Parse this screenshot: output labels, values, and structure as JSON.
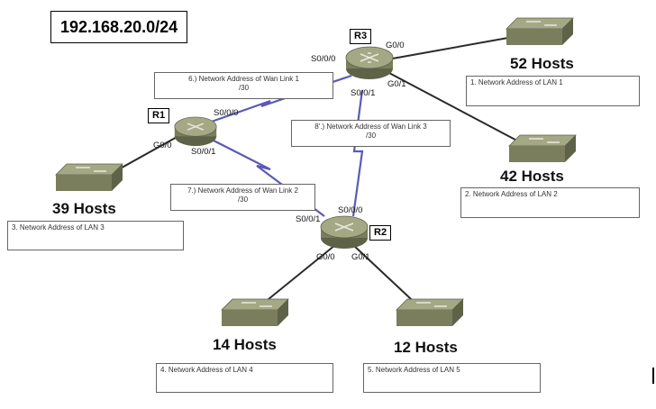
{
  "network_address": "192.168.20.0/24",
  "routers": {
    "r1": {
      "label": "R1",
      "ports": {
        "s000": "S0/0/0",
        "g00": "G0/0",
        "s001": "S0/0/1"
      }
    },
    "r2": {
      "label": "R2",
      "ports": {
        "s000": "S0/0/0",
        "s001": "S0/0/1",
        "g00": "G0/0",
        "g01": "G0/1"
      }
    },
    "r3": {
      "label": "R3",
      "ports": {
        "s000": "S0/0/0",
        "g00": "G0/0",
        "g01": "G0/1",
        "s001": "S0/0/1"
      }
    }
  },
  "lans": [
    {
      "hosts": "52 Hosts",
      "address_label": "1. Network Address of LAN 1"
    },
    {
      "hosts": "42 Hosts",
      "address_label": "2. Network Address of LAN 2"
    },
    {
      "hosts": "39 Hosts",
      "address_label": "3. Network Address of LAN 3"
    },
    {
      "hosts": "14 Hosts",
      "address_label": "4. Network Address of LAN 4"
    },
    {
      "hosts": "12 Hosts",
      "address_label": "5. Network Address of LAN 5"
    }
  ],
  "wan_links": [
    {
      "line1": "6.) Network Address of Wan Link 1",
      "line2": "/30"
    },
    {
      "line1": "7.) Network Address of Wan Link 2",
      "line2": "/30"
    },
    {
      "line1": "8'.) Network Address of Wan Link 3",
      "line2": "/30"
    }
  ],
  "colors": {
    "serial_link": "#5a5ab8",
    "ethernet_link": "#2a2a2a",
    "device_body": "#8e9270",
    "device_dark": "#5e6248"
  }
}
